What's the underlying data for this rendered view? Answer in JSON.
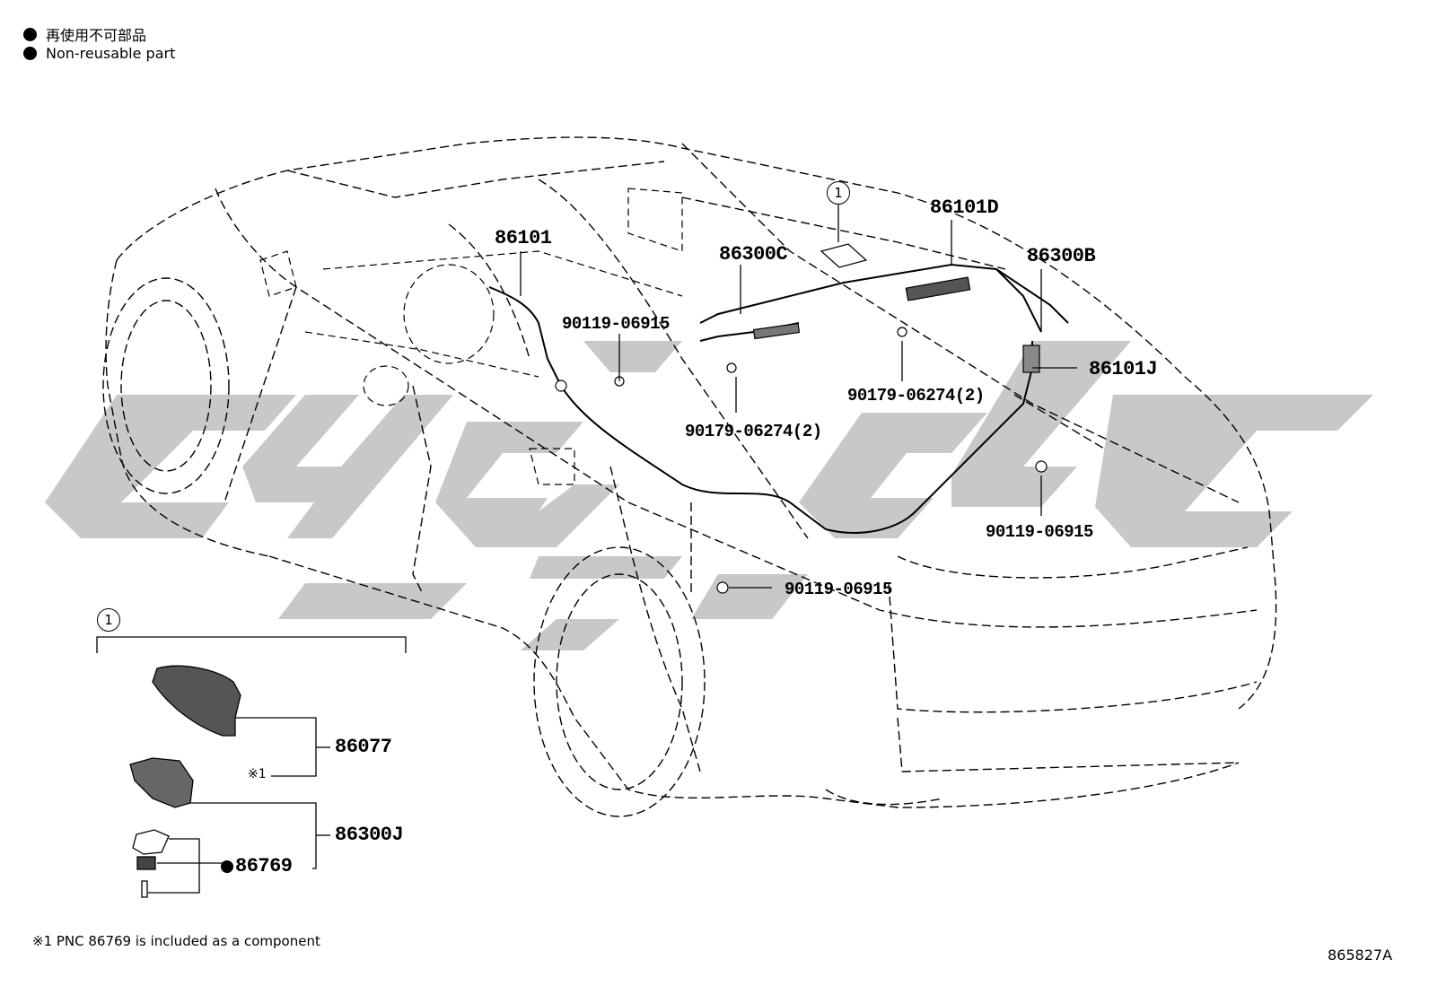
{
  "legend": {
    "title_jp": "再使用不可部品",
    "title_en": "Non-reusable part"
  },
  "watermark": {
    "color": "#c8c8c8"
  },
  "callouts": {
    "p86101": "86101",
    "p86101D": "86101D",
    "p86300C": "86300C",
    "p86300B": "86300B",
    "p86101J": "86101J",
    "clip_a": "90119-06915",
    "clip_b": "90179-06274(2)",
    "clip_c": "90179-06274(2)",
    "clip_d": "90119-06915",
    "clip_e": "90119-06915",
    "p86077": "86077",
    "p86300J": "86300J",
    "p86769": "86769",
    "ref_top": "1",
    "ref_detail": "1",
    "mark_1": "※1"
  },
  "footnote": "※1 PNC 86769 is included as a component",
  "diagram_id": "865827A"
}
